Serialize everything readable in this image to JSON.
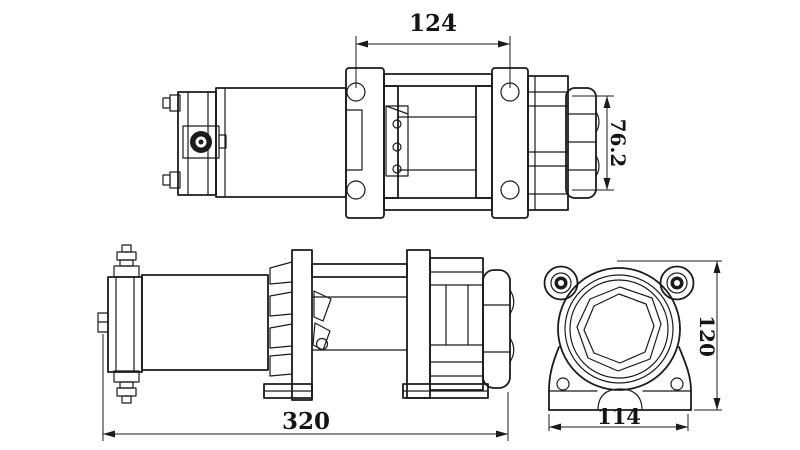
{
  "drawing": {
    "background": "#ffffff",
    "line_color": "#1b1b1b",
    "dimensions": {
      "mount_hole_spacing": "124",
      "housing_height": "76.2",
      "overall_length": "320",
      "end_view_height": "120",
      "end_view_base_width": "114"
    }
  }
}
